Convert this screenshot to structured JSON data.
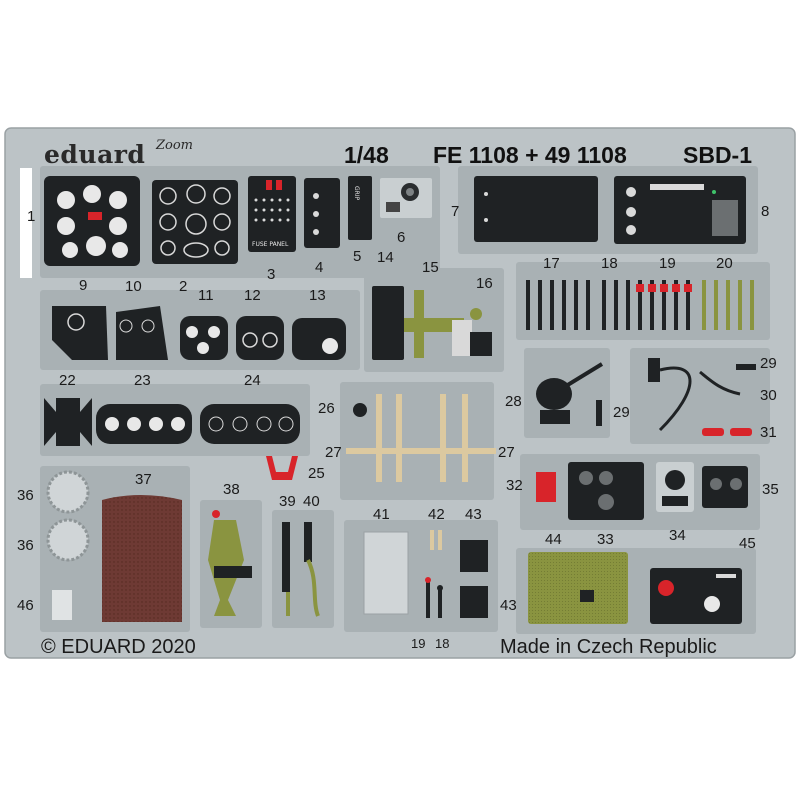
{
  "header": {
    "brand": "eduard",
    "brand_mark": "Zoom",
    "scale": "1/48",
    "catalog": "FE 1108 + 49 1108",
    "model": "SBD-1"
  },
  "footer": {
    "copyright": "© EDUARD 2020",
    "origin": "Made in Czech Republic"
  },
  "panel_text": {
    "fuse_panel": "FUSE PANEL",
    "grip": "GRIP"
  },
  "part_labels": {
    "p1": "1",
    "p2": "2",
    "p3": "3",
    "p4": "4",
    "p5": "5",
    "p6": "6",
    "p7": "7",
    "p8": "8",
    "p9": "9",
    "p10": "10",
    "p11": "11",
    "p12": "12",
    "p13": "13",
    "p14": "14",
    "p15": "15",
    "p16": "16",
    "p17": "17",
    "p18": "18",
    "p19": "19",
    "p20": "20",
    "p22": "22",
    "p23": "23",
    "p24": "24",
    "p25": "25",
    "p26": "26",
    "p27a": "27",
    "p27b": "27",
    "p28": "28",
    "p29a": "29",
    "p29b": "29",
    "p30": "30",
    "p31": "31",
    "p32": "32",
    "p33": "33",
    "p34": "34",
    "p35": "35",
    "p36a": "36",
    "p36b": "36",
    "p37": "37",
    "p38": "38",
    "p39": "39",
    "p40": "40",
    "p41": "41",
    "p42": "42",
    "p43a": "43",
    "p43b": "43",
    "p44": "44",
    "p45": "45",
    "p46": "46",
    "p19b": "19",
    "p18b": "18"
  },
  "colors": {
    "fret_metal": "#bcc3c6",
    "cutout": "#ffffff",
    "panel_black": "#1f2224",
    "interior_green": "#8a9440",
    "seat_brown": "#6e3a34",
    "wood_light": "#dcc9a0",
    "accent_red": "#d8242a"
  }
}
